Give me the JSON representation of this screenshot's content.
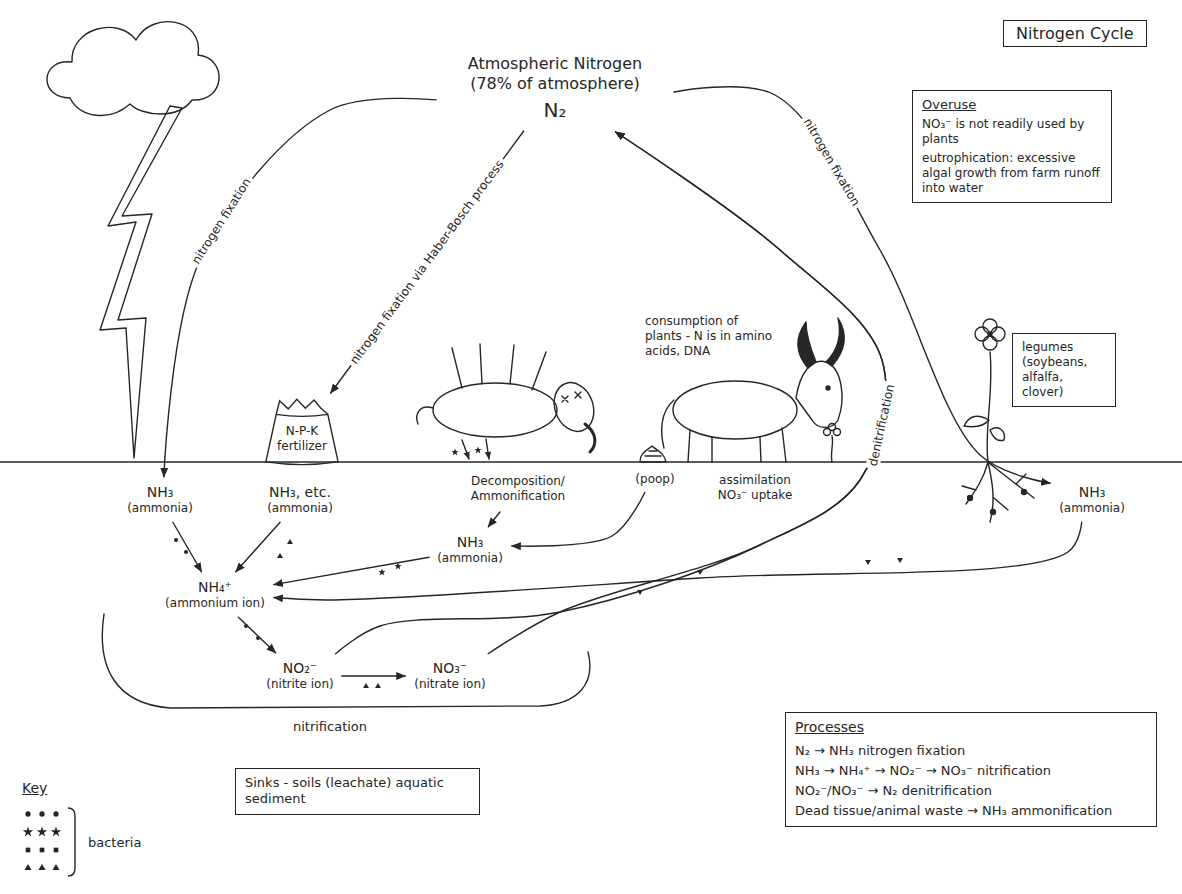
{
  "diagram": {
    "title": "Nitrogen Cycle",
    "nodes": [
      {
        "text": [
          "Atmospheric Nitrogen (78% of atmosphere)",
          "N₂"
        ]
      },
      {
        "text": [
          "Overuse",
          "NO₃⁻ is not readily used by plants",
          "eutrophication: excessive algal growth from farm runoff into water"
        ]
      },
      {
        "text": [
          "N-P-K fertilizer"
        ]
      },
      {
        "text": [
          "legumes (soybeans, alfalfa, clover)"
        ]
      },
      {
        "text": [
          "NH₃",
          "(ammonia)"
        ]
      },
      {
        "text": [
          "NH₃, etc.",
          "(ammonia)"
        ]
      },
      {
        "text": [
          "Decomposition/ Ammonification"
        ]
      },
      {
        "text": [
          "(poop)"
        ]
      },
      {
        "text": [
          "NH₃",
          "(ammonia)"
        ]
      },
      {
        "text": [
          "NH₃",
          "(ammonia)"
        ]
      },
      {
        "text": [
          "NH₄⁺",
          "(ammonium ion)"
        ]
      },
      {
        "text": [
          "NO₂⁻",
          "(nitrite ion)"
        ]
      },
      {
        "text": [
          "NO₃⁻",
          "(nitrate ion)"
        ]
      },
      {
        "text": [
          "Sinks - soils (leachate) aquatic sediment"
        ]
      },
      {
        "text": [
          "Processes",
          "N₂ → NH₃ nitrogen fixation",
          "NH₃ → NH₄⁺ → NO₂⁻ → NO₃⁻ nitrification",
          "NO₂⁻/NO₃⁻ → N₂ denitrification",
          "Dead tissue/animal waste → NH₃ ammonification"
        ]
      }
    ],
    "edges": [
      {
        "from": 0,
        "to": 4,
        "label": "nitrogen fixation",
        "arrow": "to"
      },
      {
        "from": 0,
        "to": 2,
        "label": "nitrogen fixation via Haber-Bosch process",
        "arrow": "to"
      },
      {
        "from": 0,
        "to": 9,
        "label": "nitrogen fixation",
        "arrow": "to"
      },
      {
        "from": 4,
        "to": 10,
        "arrow": "to"
      },
      {
        "from": 5,
        "to": 10,
        "arrow": "to"
      },
      {
        "from": 8,
        "to": 10,
        "arrow": "to"
      },
      {
        "from": 9,
        "to": 10,
        "arrow": "to"
      },
      {
        "from": 10,
        "to": 11,
        "arrow": "to"
      },
      {
        "from": 11,
        "to": 12,
        "arrow": "to"
      },
      {
        "from": 12,
        "to": 0,
        "label": "denitrification",
        "arrow": "to"
      },
      {
        "from": 11,
        "to": 0,
        "arrow": "to"
      },
      {
        "from": 6,
        "to": 8,
        "arrow": "to"
      },
      {
        "from": 7,
        "to": 8,
        "arrow": "to"
      }
    ],
    "labels": [
      "consumption of plants - N is in amino acids, DNA",
      "assimilation NO₃⁻ uptake",
      "nitrification",
      "Key"
    ],
    "legend": [
      {
        "text": "bacteria"
      }
    ]
  }
}
